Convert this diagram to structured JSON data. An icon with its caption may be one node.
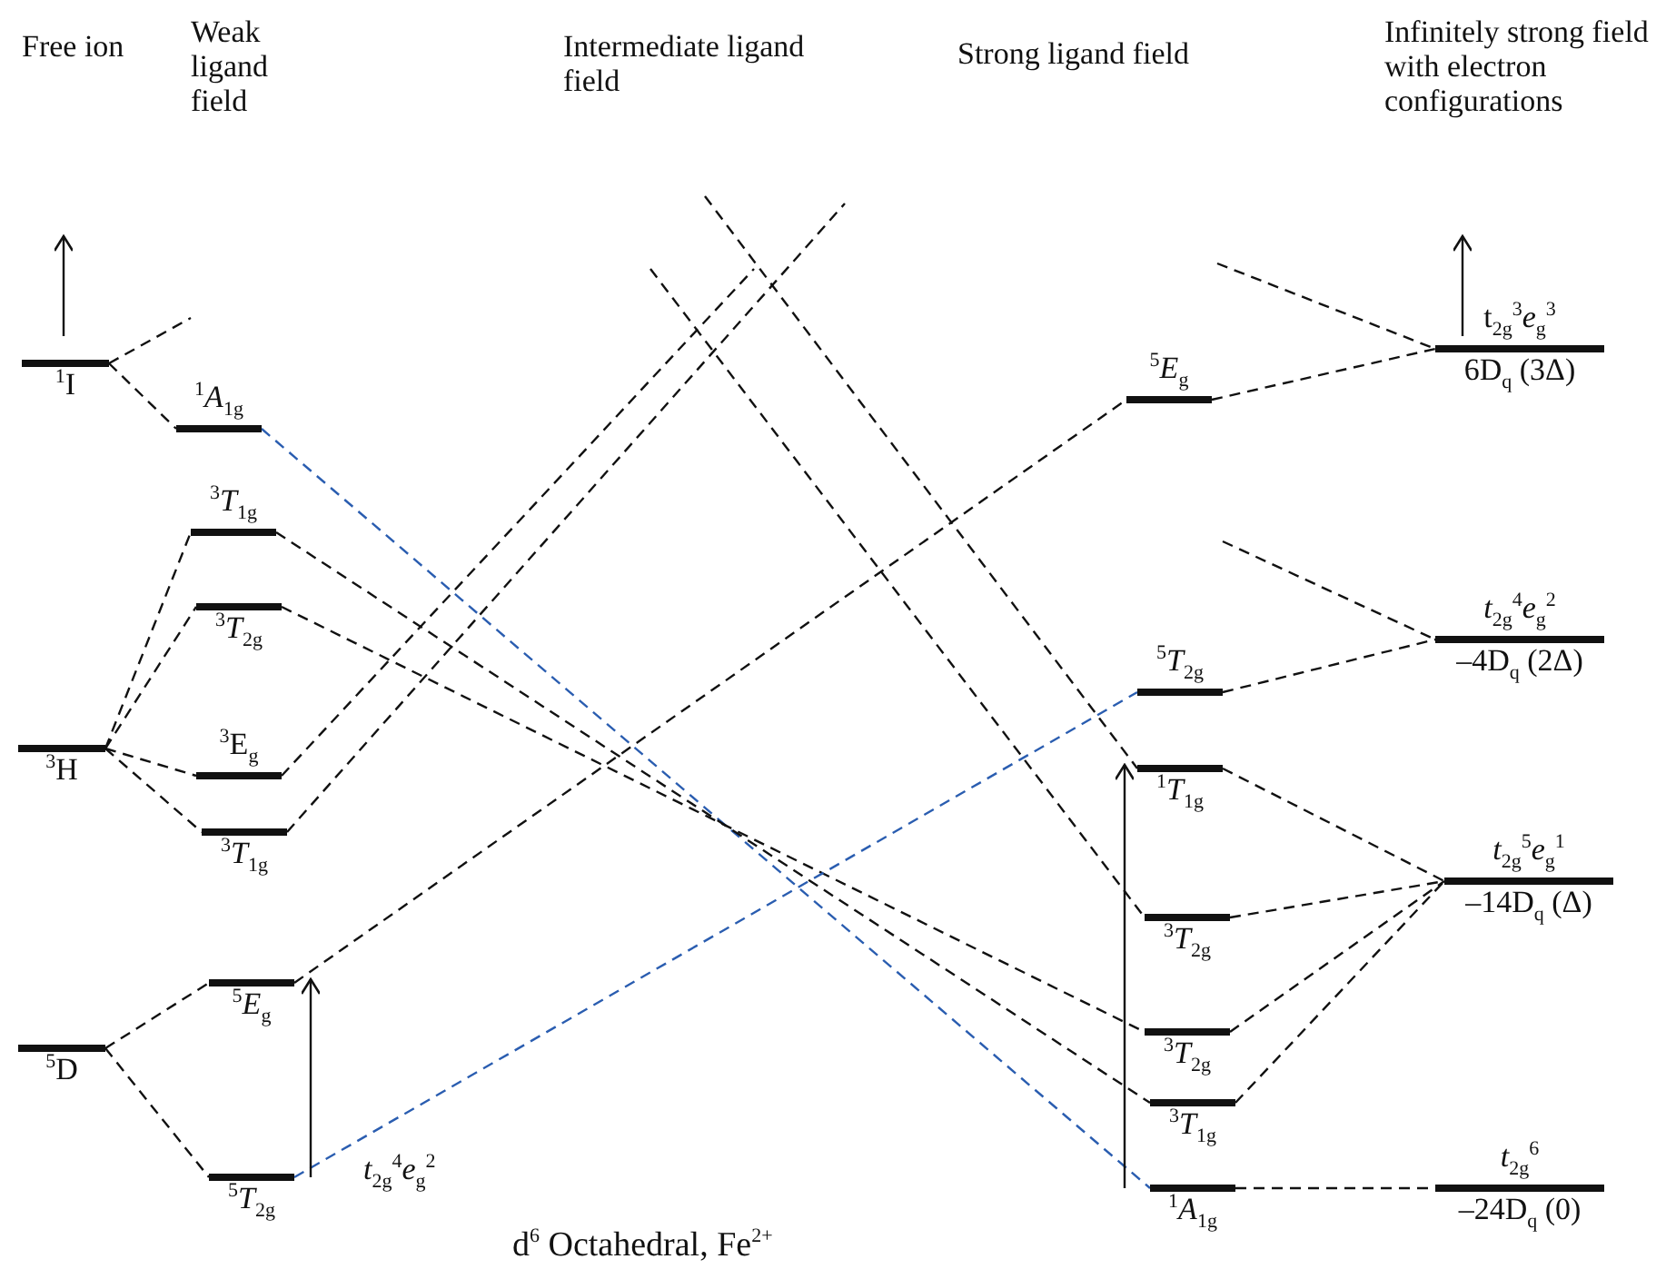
{
  "diagram": {
    "caption": "d$^{6}$ Octahedral, Fe$^{2+}$",
    "nodes": [
      {
        "text": [
          "$^{1}$I"
        ]
      },
      {
        "text": [
          "$^{3}$H"
        ]
      },
      {
        "text": [
          "$^{5}$D"
        ]
      },
      {
        "text": [
          "$^{1}$*A*$_{1g}$"
        ]
      },
      {
        "text": [
          "$^{3}$*T*$_{1g}$"
        ]
      },
      {
        "text": [
          "$^{3}$*T*$_{2g}$"
        ]
      },
      {
        "text": [
          "$^{3}$E$_{g}$"
        ]
      },
      {
        "text": [
          "$^{3}$*T*$_{1g}$"
        ]
      },
      {
        "text": [
          "$^{5}$*E*$_{g}$"
        ]
      },
      {
        "text": [
          "$^{5}$*T*$_{2g}$"
        ]
      },
      {
        "text": [
          "$^{5}$*E*$_{g}$"
        ]
      },
      {
        "text": [
          "$^{5}$*T*$_{2g}$"
        ]
      },
      {
        "text": [
          "$^{1}$*T*$_{1g}$"
        ]
      },
      {
        "text": [
          "$^{3}$*T*$_{2g}$"
        ]
      },
      {
        "text": [
          "$^{3}$*T*$_{2g}$"
        ]
      },
      {
        "text": [
          "$^{3}$*T*$_{1g}$"
        ]
      },
      {
        "text": [
          "$^{1}$*A*$_{1g}$"
        ]
      },
      {
        "text": [
          "t$_{2g}$$^{3}$*e*$_{g}$$^{3}$",
          "6D$_{q}$ (3Δ)"
        ]
      },
      {
        "text": [
          "*t*$_{2g}$$^{4}$*e*$_{g}$$^{2}$",
          "–4D$_{q}$ (2Δ)"
        ]
      },
      {
        "text": [
          "*t*$_{2g}$$^{5}$*e*$_{g}$$^{1}$",
          "–14D$_{q}$ (Δ)"
        ]
      },
      {
        "text": [
          "*t*$_{2g}$$^{6}$",
          "–24D$_{q}$ (0)"
        ]
      }
    ],
    "edges": [
      {
        "from": 0,
        "to": null,
        "arrow": "none",
        "style": "dashed"
      },
      {
        "from": 0,
        "to": 3,
        "arrow": "none",
        "style": "dashed"
      },
      {
        "from": 1,
        "to": 4,
        "arrow": "none",
        "style": "dashed"
      },
      {
        "from": 1,
        "to": 5,
        "arrow": "none",
        "style": "dashed"
      },
      {
        "from": 1,
        "to": 6,
        "arrow": "none",
        "style": "dashed"
      },
      {
        "from": 1,
        "to": 7,
        "arrow": "none",
        "style": "dashed"
      },
      {
        "from": 2,
        "to": 8,
        "arrow": "none",
        "style": "dashed"
      },
      {
        "from": 2,
        "to": 9,
        "arrow": "none",
        "style": "dashed"
      },
      {
        "from": 3,
        "to": 16,
        "arrow": "none",
        "style": "dashed",
        "color": "#2a5db0"
      },
      {
        "from": 4,
        "to": 15,
        "arrow": "none",
        "style": "dashed"
      },
      {
        "from": 5,
        "to": 14,
        "arrow": "none",
        "style": "dashed"
      },
      {
        "from": 6,
        "to": null,
        "arrow": "none",
        "style": "dashed"
      },
      {
        "from": 7,
        "to": null,
        "arrow": "none",
        "style": "dashed"
      },
      {
        "from": null,
        "to": 12,
        "arrow": "none",
        "style": "dashed"
      },
      {
        "from": null,
        "to": 13,
        "arrow": "none",
        "style": "dashed"
      },
      {
        "from": 8,
        "to": 10,
        "arrow": "none",
        "style": "dashed"
      },
      {
        "from": 9,
        "to": 11,
        "arrow": "none",
        "style": "dashed",
        "color": "#2a5db0"
      },
      {
        "from": 9,
        "to": 8,
        "arrow": "to"
      },
      {
        "from": 16,
        "to": 12,
        "arrow": "to"
      },
      {
        "from": 10,
        "to": 17,
        "arrow": "none",
        "style": "dashed"
      },
      {
        "from": null,
        "to": 17,
        "arrow": "none",
        "style": "dashed"
      },
      {
        "from": 11,
        "to": 18,
        "arrow": "none",
        "style": "dashed"
      },
      {
        "from": null,
        "to": 18,
        "arrow": "none",
        "style": "dashed"
      },
      {
        "from": 12,
        "to": 19,
        "arrow": "none",
        "style": "dashed"
      },
      {
        "from": 13,
        "to": 19,
        "arrow": "none",
        "style": "dashed"
      },
      {
        "from": 14,
        "to": 19,
        "arrow": "none",
        "style": "dashed"
      },
      {
        "from": 15,
        "to": 19,
        "arrow": "none",
        "style": "dashed"
      },
      {
        "from": 16,
        "to": 20,
        "arrow": "none",
        "style": "dashed"
      }
    ],
    "labels": [
      "Free ion",
      "Weak ligand field",
      "Intermediate ligand field",
      "Strong ligand field",
      "Infinitely strong field with electron configurations",
      "*t*$_{2g}$$^{4}$*e*$_{g}$$^{2}$"
    ]
  }
}
